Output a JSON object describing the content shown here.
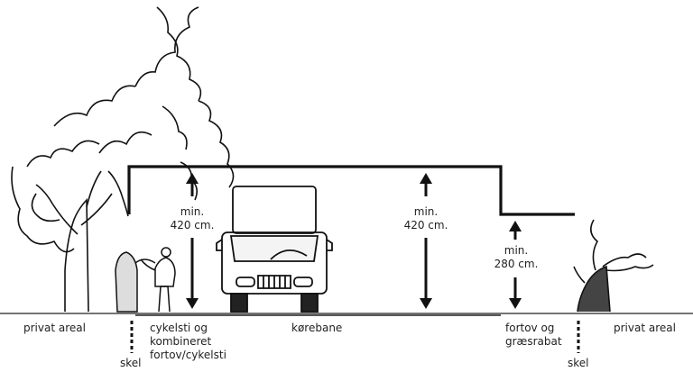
{
  "labels": {
    "private_left": "privat areal",
    "private_right": "privat areal",
    "bike_line1": "cykelsti og",
    "bike_line2": "kombineret",
    "bike_line3": "fortov/cykelsti",
    "carriageway": "kørebane",
    "sidewalk_line1": "fortov og",
    "sidewalk_line2": "græsrabat",
    "skel_left": "skel",
    "skel_right": "skel"
  },
  "clearances": {
    "bike": {
      "line1": "min.",
      "line2": "420 cm."
    },
    "road": {
      "line1": "min.",
      "line2": "420 cm."
    },
    "sidewalk": {
      "line1": "min.",
      "line2": "280 cm."
    }
  },
  "icons": [
    "tree-icon",
    "cyclist-icon",
    "truck-icon",
    "bush-icon"
  ]
}
